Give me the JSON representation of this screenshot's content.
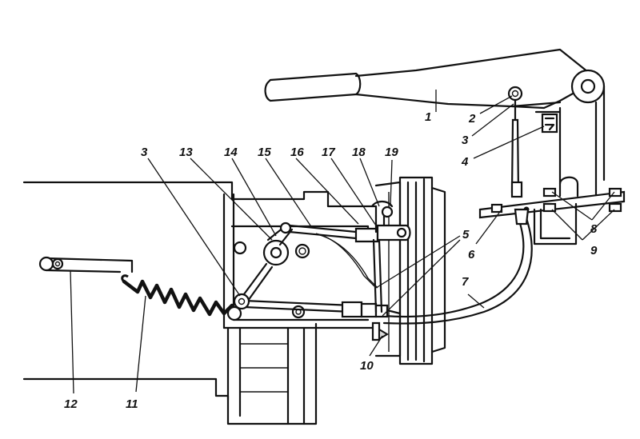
{
  "callouts": {
    "n1": "1",
    "n2": "2",
    "n3_top": "3",
    "n3_left": "3",
    "n4": "4",
    "n5": "5",
    "n6": "6",
    "n7": "7",
    "n8": "8",
    "n9": "9",
    "n10": "10",
    "n11": "11",
    "n12": "12",
    "n13": "13",
    "n14": "14",
    "n15": "15",
    "n16": "16",
    "n17": "17",
    "n18": "18",
    "n19": "19"
  }
}
